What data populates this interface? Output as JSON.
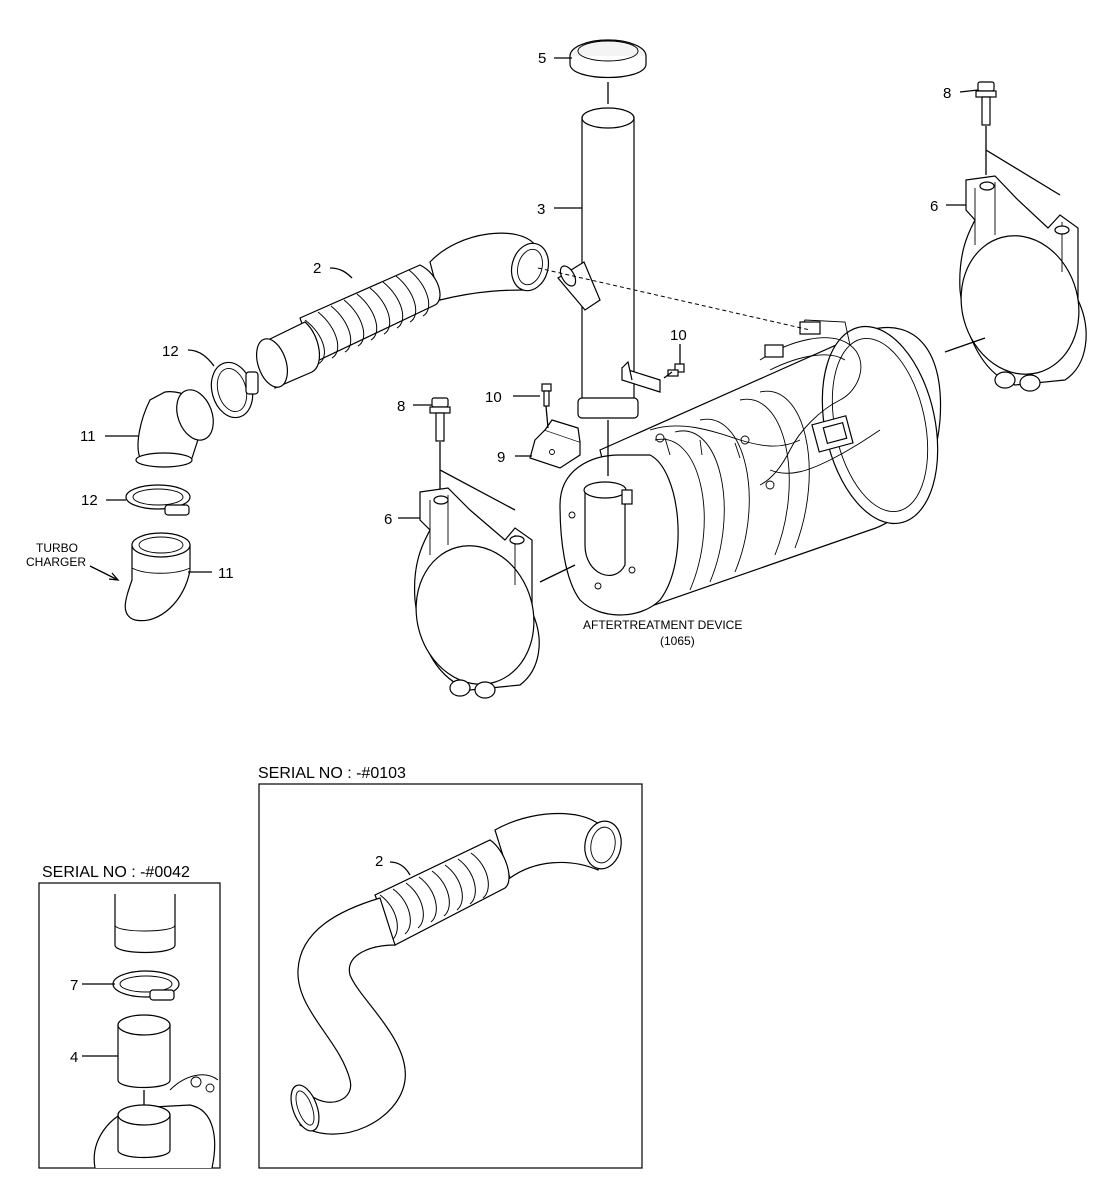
{
  "labels": {
    "part_2": "2",
    "part_3": "3",
    "part_5": "5",
    "part_6_left": "6",
    "part_6_right": "6",
    "part_8_left": "8",
    "part_8_right": "8",
    "part_9": "9",
    "part_10_left": "10",
    "part_10_right": "10",
    "part_11_upper": "11",
    "part_11_lower": "11",
    "part_12_upper": "12",
    "part_12_lower": "12",
    "turbo_line1": "TURBO",
    "turbo_line2": "CHARGER",
    "device_name": "AFTERTREATMENT DEVICE",
    "device_ref": "(1065)"
  },
  "inset_0042": {
    "title": "SERIAL NO : -#0042",
    "part_7": "7",
    "part_4": "4"
  },
  "inset_0103": {
    "title": "SERIAL NO : -#0103",
    "part_2": "2"
  }
}
